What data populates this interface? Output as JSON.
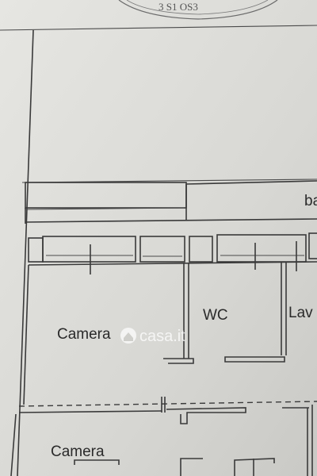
{
  "stamp": {
    "text": "3 S1 OS3"
  },
  "rooms": {
    "camera_1": "Camera",
    "wc": "WC",
    "lavanderia_partial": "Lav",
    "bagno_partial": "ba",
    "camera_2": "Camera"
  },
  "watermark": {
    "text": "casa.it",
    "icon": "house-circle-icon"
  },
  "colors": {
    "paper": "#d9d9d5",
    "ink": "#3a3a3a",
    "watermark": "#ffffff"
  }
}
